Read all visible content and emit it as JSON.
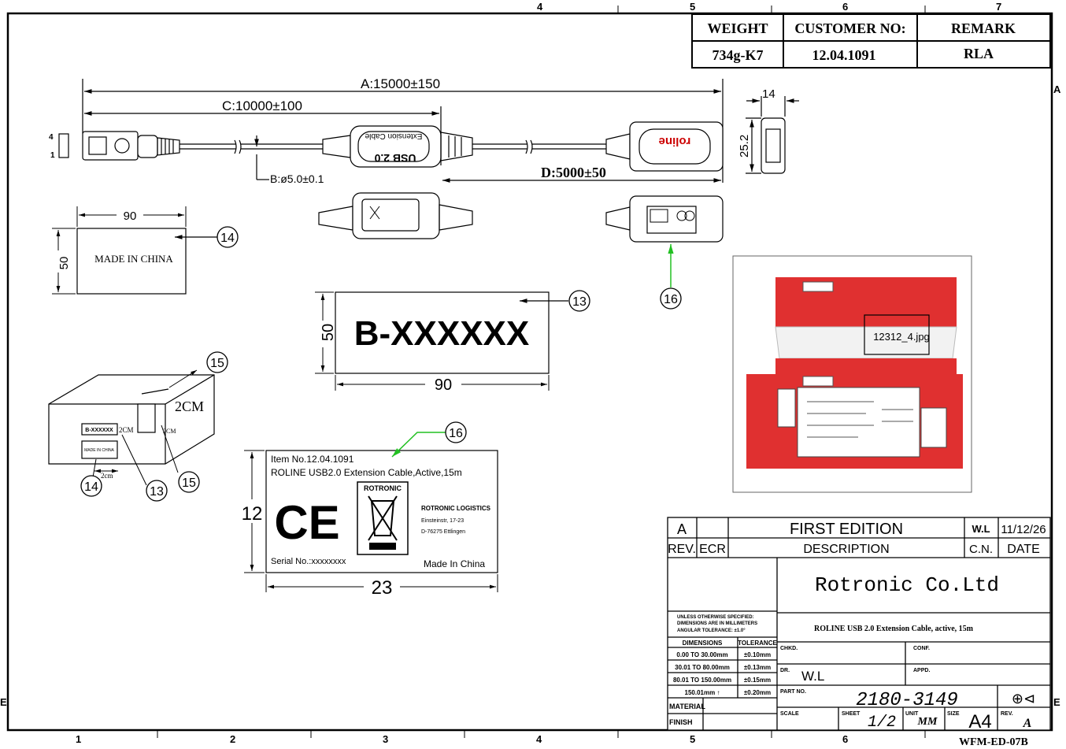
{
  "border": {
    "col_numbers": [
      "1",
      "2",
      "3",
      "4",
      "5",
      "6",
      "7"
    ],
    "row_letters": [
      "A",
      "E"
    ],
    "form_code": "WFM-ED-07B"
  },
  "top_table": {
    "headers": [
      "WEIGHT",
      "CUSTOMER NO:",
      "REMARK"
    ],
    "values": [
      "734g-K7",
      "12.04.1091",
      "RLA"
    ]
  },
  "cable": {
    "dim_a": "A:15000±150",
    "dim_c": "C:10000±100",
    "dim_b": "B:ø5.0±0.1",
    "dim_d": "D:5000±50",
    "dim_14": "14",
    "dim_252": "25.2",
    "pin_4": "4",
    "pin_1": "1",
    "housing_text_1": "USB 2.0",
    "housing_text_2": "Extension Cable",
    "brand": "roline"
  },
  "china_label": {
    "text": "MADE IN CHINA",
    "width": "90",
    "height": "50",
    "callout": "14"
  },
  "b_label": {
    "text": "B-XXXXXX",
    "width": "90",
    "height": "50",
    "callout": "13"
  },
  "callout_16_top": "16",
  "box": {
    "callouts": [
      "15",
      "14",
      "13",
      "15"
    ],
    "dim_2cm_big": "2CM",
    "label_b": "B-XXXXXX",
    "label_china": "MADE IN CHINA",
    "dim_2cm_a": "2CM",
    "dim_2cm_b": "2CM",
    "dim_2cm_c": "2cm"
  },
  "item_label": {
    "callout": "16",
    "item_no": "Item No.12.04.1091",
    "product": "ROLINE USB2.0 Extension Cable,Active,15m",
    "ce": "CE",
    "rotronic": "ROTRONIC",
    "company": "ROTRONIC LOGISTICS",
    "addr1": "Einsteinstr, 17-23",
    "addr2": "D-76275 Ettlingen",
    "serial": "Serial No.:xxxxxxxx",
    "made": "Made In China",
    "width": "23",
    "height": "12"
  },
  "packaging_image": {
    "file_label": "12312_4.jpg"
  },
  "title_block": {
    "rev_row": {
      "rev": "A",
      "description": "FIRST EDITION",
      "cn": "W.L",
      "date": "11/12/26"
    },
    "headers": {
      "rev": "REV.",
      "ecr": "ECR",
      "description": "DESCRIPTION",
      "cn": "C.N.",
      "date": "DATE"
    },
    "company": "Rotronic Co.Ltd",
    "product": "ROLINE USB 2.0 Extension Cable, active, 15m",
    "notes": [
      "UNLESS OTHERWISE SPECIFIED:",
      "DIMENSIONS ARE IN MILLIMETERS",
      "ANGULAR TOLERANCE: ±1.0°"
    ],
    "tol_headers": [
      "DIMENSIONS",
      "TOLERANCE"
    ],
    "tol_rows": [
      [
        "0.00 TO 30.00mm",
        "±0.10mm"
      ],
      [
        "30.01 TO 80.00mm",
        "±0.13mm"
      ],
      [
        "80.01 TO 150.00mm",
        "±0.15mm"
      ],
      [
        "150.01mm ↑",
        "±0.20mm"
      ]
    ],
    "material": "MATERIAL",
    "finish": "FINISH",
    "chkd": "CHKD.",
    "conf": "CONF.",
    "dr": "DR.",
    "dr_value": "W.L",
    "appd": "APPD.",
    "part_no_label": "PART NO.",
    "part_no": "2180-3149",
    "scale": "SCALE",
    "sheet_label": "SHEET",
    "sheet": "1/2",
    "unit_label": "UNIT",
    "unit": "MM",
    "size_label": "SIZE",
    "size": "A4",
    "rev_label": "REV.",
    "rev": "A",
    "projection": "⊕⊲"
  }
}
